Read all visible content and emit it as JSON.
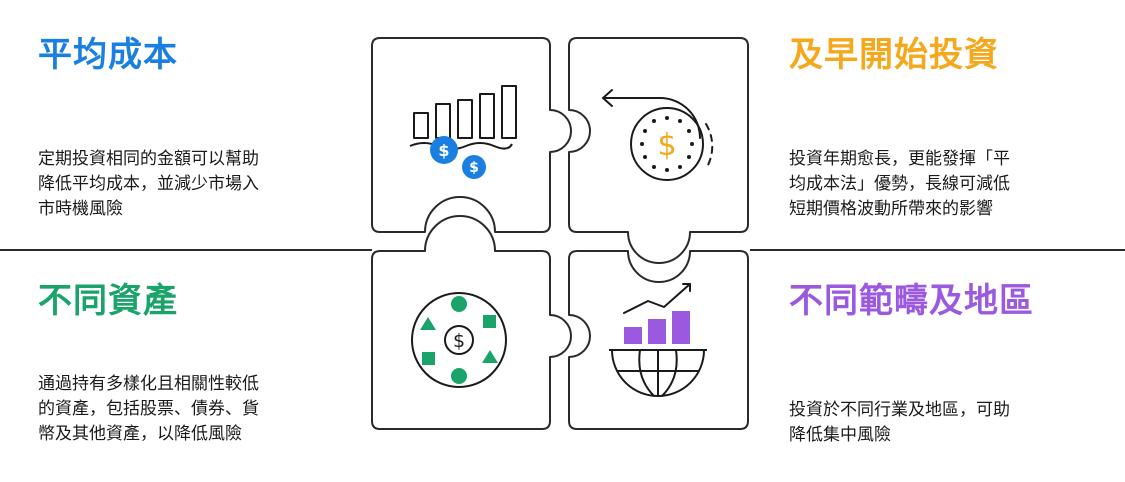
{
  "colors": {
    "blue": "#1a7fe0",
    "yellow": "#f5a81c",
    "green": "#1aa36b",
    "purple": "#9b59e0",
    "outline": "#2a2a2a"
  },
  "quadrants": {
    "top_left": {
      "title": "平均成本",
      "lines": [
        "定期投資相同的金額可以幫助",
        "降低平均成本，並減少市場入",
        "市時機風險"
      ],
      "icon": "bar-chart-coins-icon"
    },
    "top_right": {
      "title": "及早開始投資",
      "lines": [
        "投資年期愈長，更能發揮「平",
        "均成本法」優勢，長線可減低",
        "短期價格波動所帶來的影響"
      ],
      "icon": "dollar-clock-icon"
    },
    "bottom_left": {
      "title": "不同資產",
      "lines": [
        "通過持有多樣化且相關性較低",
        "的資產，包括股票、債券、貨",
        "幣及其他資產，以降低風險"
      ],
      "icon": "diversified-assets-icon"
    },
    "bottom_right": {
      "title": "不同範疇及地區",
      "lines": [
        "投資於不同行業及地區，可助",
        "降低集中風險"
      ],
      "icon": "globe-growth-icon"
    }
  }
}
